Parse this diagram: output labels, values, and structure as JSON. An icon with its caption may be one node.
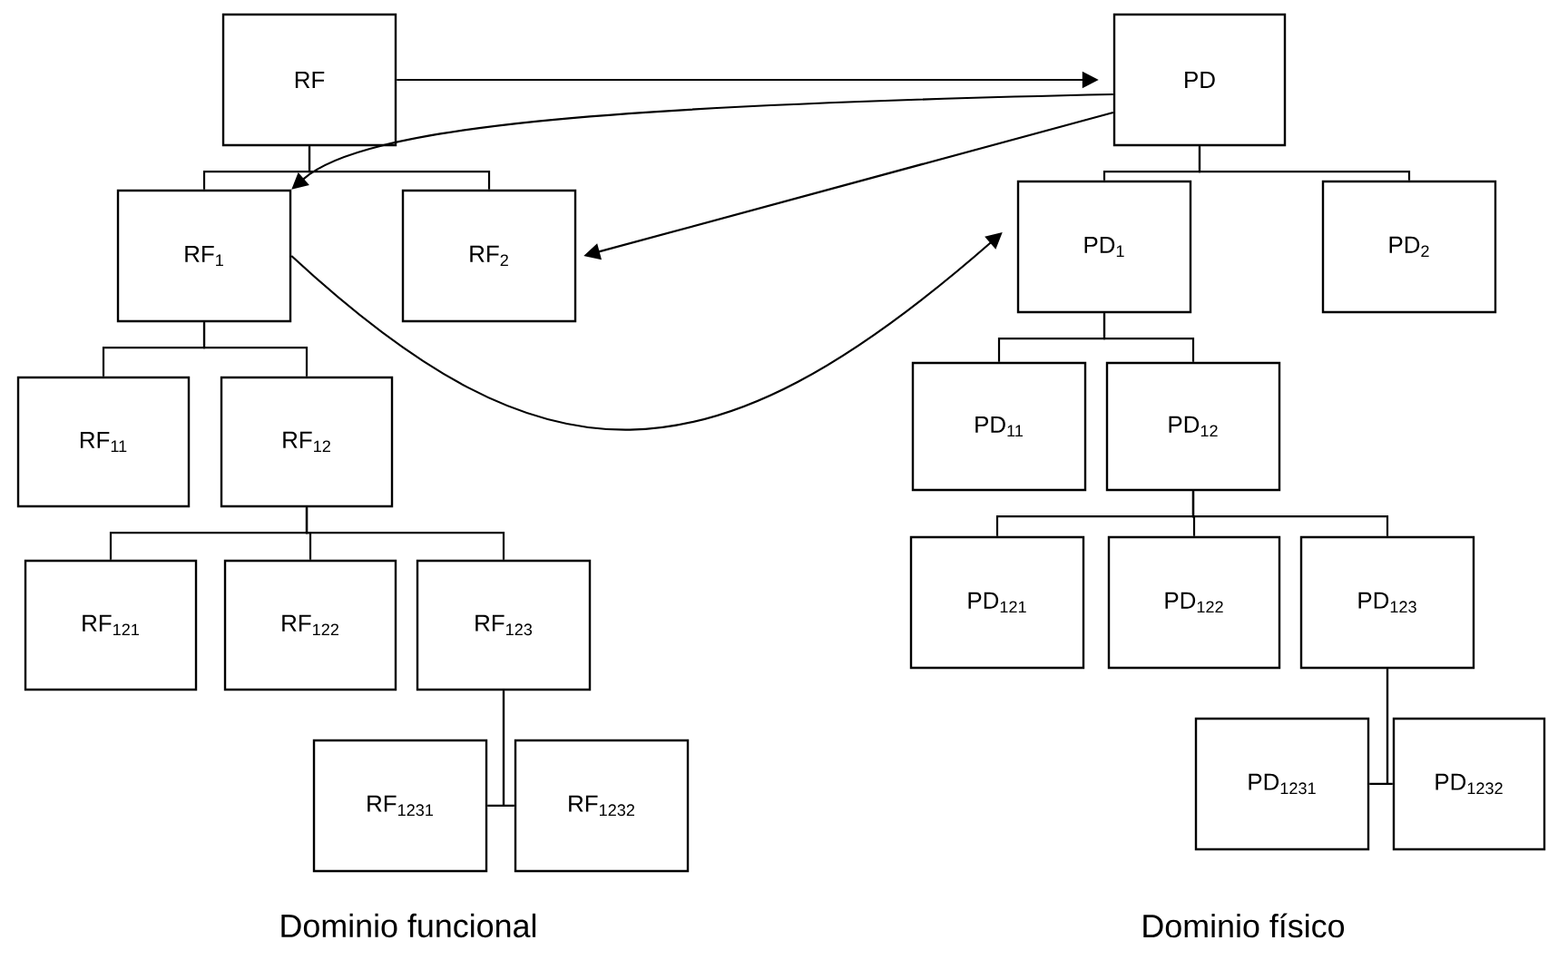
{
  "diagram": {
    "nodes": [
      {
        "text": [
          "RF"
        ]
      },
      {
        "text": [
          "RF$_{1}$"
        ]
      },
      {
        "text": [
          "RF$_{2}$"
        ]
      },
      {
        "text": [
          "RF$_{11}$"
        ]
      },
      {
        "text": [
          "RF$_{12}$"
        ]
      },
      {
        "text": [
          "RF$_{121}$"
        ]
      },
      {
        "text": [
          "RF$_{122}$"
        ]
      },
      {
        "text": [
          "RF$_{123}$"
        ]
      },
      {
        "text": [
          "RF$_{1231}$"
        ]
      },
      {
        "text": [
          "RF$_{1232}$"
        ]
      },
      {
        "text": [
          "PD"
        ]
      },
      {
        "text": [
          "PD$_{1}$"
        ]
      },
      {
        "text": [
          "PD$_{2}$"
        ]
      },
      {
        "text": [
          "PD$_{11}$"
        ]
      },
      {
        "text": [
          "PD$_{12}$"
        ]
      },
      {
        "text": [
          "PD$_{121}$"
        ]
      },
      {
        "text": [
          "PD$_{122}$"
        ]
      },
      {
        "text": [
          "PD$_{123}$"
        ]
      },
      {
        "text": [
          "PD$_{1231}$"
        ]
      },
      {
        "text": [
          "PD$_{1232}$"
        ]
      }
    ],
    "edges": [
      {
        "from": 0,
        "to": 1,
        "arrow": "none"
      },
      {
        "from": 0,
        "to": 2,
        "arrow": "none"
      },
      {
        "from": 1,
        "to": 3,
        "arrow": "none"
      },
      {
        "from": 1,
        "to": 4,
        "arrow": "none"
      },
      {
        "from": 4,
        "to": 5,
        "arrow": "none"
      },
      {
        "from": 4,
        "to": 6,
        "arrow": "none"
      },
      {
        "from": 4,
        "to": 7,
        "arrow": "none"
      },
      {
        "from": 7,
        "to": 8,
        "arrow": "none"
      },
      {
        "from": 7,
        "to": 9,
        "arrow": "none"
      },
      {
        "from": 10,
        "to": 11,
        "arrow": "none"
      },
      {
        "from": 10,
        "to": 12,
        "arrow": "none"
      },
      {
        "from": 11,
        "to": 13,
        "arrow": "none"
      },
      {
        "from": 11,
        "to": 14,
        "arrow": "none"
      },
      {
        "from": 14,
        "to": 15,
        "arrow": "none"
      },
      {
        "from": 14,
        "to": 16,
        "arrow": "none"
      },
      {
        "from": 14,
        "to": 17,
        "arrow": "none"
      },
      {
        "from": 17,
        "to": 18,
        "arrow": "none"
      },
      {
        "from": 17,
        "to": 19,
        "arrow": "none"
      },
      {
        "from": 0,
        "to": 10,
        "arrow": "to"
      },
      {
        "from": 10,
        "to": 1,
        "arrow": "to"
      },
      {
        "from": 10,
        "to": 2,
        "arrow": "to"
      },
      {
        "from": 1,
        "to": 11,
        "arrow": "to"
      }
    ],
    "labels": [
      "Dominio funcional",
      "Dominio físico"
    ]
  }
}
